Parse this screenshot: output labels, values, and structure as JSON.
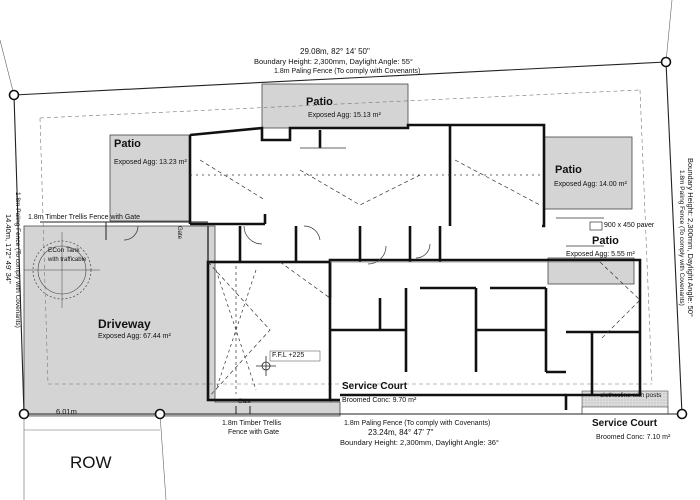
{
  "boundary": {
    "top_dim": "29.08m, 82° 14' 50\"",
    "top_height": "Boundary Height: 2,300mm, Daylight Angle: 55°",
    "top_fence": "1.8m Paling Fence (To comply with Covenants)",
    "bottom_fence": "1.8m Paling Fence (To comply with Covenants)",
    "bottom_dim": "23.24m, 84° 47' 7\"",
    "bottom_height": "Boundary Height: 2,300mm, Daylight Angle: 36°",
    "left_fence": "1.8m Paling Fence (To comply with Covenants)",
    "left_dim": "14.40m, 172° 49' 34\"",
    "right_height": "Boundary Height: 2,300mm, Daylight Angle: 50°",
    "right_fence": "1.8m Paling Fence (To comply with Covenants)"
  },
  "labels": {
    "patio": "Patio",
    "patio_top_area": "Exposed Agg: 15.13 m²",
    "patio_left_area": "Exposed Agg: 13.23 m²",
    "patio_right_area": "Exposed Agg: 14.00 m²",
    "patio_small_area": "Exposed Agg: 5.55 m²",
    "trellis_fence_gate": "1.8m Timber Trellis Fence with Gate",
    "gate": "Gate",
    "tank_line1": "ECon Tank",
    "tank_line2": "with trafficable",
    "driveway": "Driveway",
    "driveway_area": "Exposed Agg: 67.44 m²",
    "paver": "900 x 450 paver",
    "ffl": "F.F.L +225",
    "service_court": "Service Court",
    "service_court_area": "Broomed Conc: 9.70 m²",
    "service_court_right_area": "Broomed Conc: 7.10 m²",
    "clothesline": "clothesline with posts",
    "trellis_bottom_line1": "1.8m Timber Trellis",
    "trellis_bottom_line2": "Fence with Gate",
    "width_dim": "6.01m",
    "row": "ROW"
  }
}
